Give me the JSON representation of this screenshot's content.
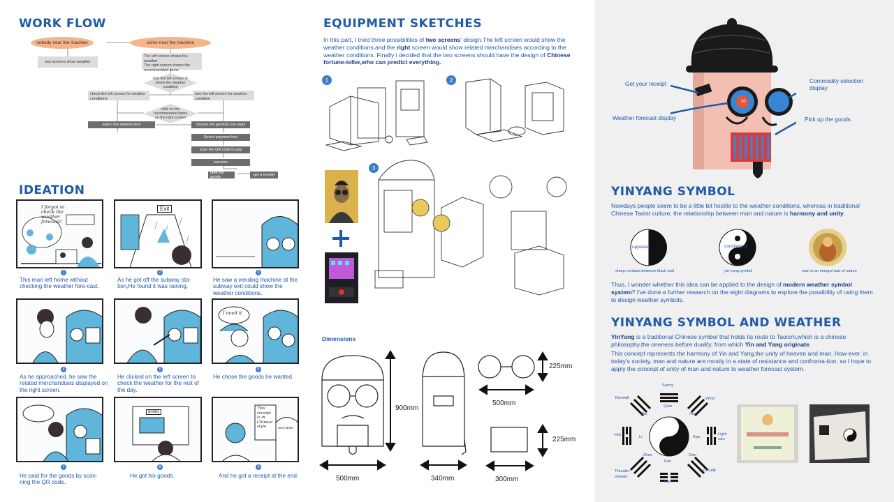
{
  "workflow": {
    "title": "WORK FLOW",
    "nodes": {
      "nobody": "nobody near the machine",
      "come_near": "come near the machine",
      "two_screens": "two screens show weather",
      "left_shows": "The left screen shows the weather\nThe right screen shows the recommended items",
      "turn_left": "turn the left screen to check the weather condition",
      "check_left": "check the left screen for weather conditions",
      "turn_left_cond": "turn the left screen for weather condition",
      "click_rec": "click on the recommended items on the right screen",
      "select_desired": "select the desired item",
      "choose_goods": "choose the good(s) you want",
      "select_payment": "Select payment box",
      "scan_qr": "scan the QR code to pay",
      "success": "success",
      "take_goods": "take the goods",
      "get_receipt": "get a receipt"
    }
  },
  "ideation": {
    "title": "IDEATION",
    "captions": [
      "This man left home without checking the weather fore-cast.",
      "As he got off the subway sta-tion,He found it was raining.",
      "He saw a vending machine at the subway exit could show the weather conditions.",
      "As he approached, he saw the related merchandises displayed on the right screen.",
      "He clicked on the left screen to check the weather for the rest of the day.",
      "He chose the goods he wanted.",
      "He paid for the goods by scan-ning the QR code.",
      "He got his goods.",
      "And he got a receipt at the end."
    ],
    "numbers": [
      "1",
      "2",
      "3",
      "4",
      "5",
      "6",
      "7",
      "8",
      "9"
    ],
    "panel_texts": {
      "forgot": "I forgot to check the weather forecast!",
      "exit": "Exit",
      "need": "I need it",
      "drinks": "drinks",
      "this": "This receipt is in Chinese style",
      "success": "SUCCESS"
    }
  },
  "equipment": {
    "title": "EQUIPMENT SKETCHES",
    "intro_parts": [
      "In this part, I tried three possibilities of ",
      "two screens",
      "' design.The left screen would show the weather conditions,and the ",
      "right",
      " screen would show related merchandises according to the weather conditions. Finally i decided that the two screens should have the design of ",
      "Chinese fortune-teller,who can predict everything."
    ],
    "badges": [
      "1",
      "2",
      "3"
    ],
    "dimensions_title": "Dimensions",
    "dims": [
      "900mm",
      "500mm",
      "340mm",
      "225mm",
      "500mm",
      "225mm",
      "300mm"
    ]
  },
  "product": {
    "callouts": [
      "Get your receipt",
      "Commodity selection display",
      "Weather forecast display",
      "Pick up the goods"
    ],
    "screen_value": "20"
  },
  "yinyang": {
    "title": "YINYANG SYMBOL",
    "intro_a": "Nowdays people seem to be a little bit hostile to the weather conditions, whereas  in traditional Chinese Taoist culture, the relationship between man and nature is ",
    "intro_b": "harmony and unity",
    "intro_c": ".",
    "circle_opposite": "opposite",
    "circle_consistency": "consistency",
    "captions": [
      "sharp-contrast between black and",
      "yin-yang symbol",
      "man is an integral part of nature"
    ],
    "follow_a": "Thus, I wonder whether this idea can be applied to the design of ",
    "follow_b": "modern weather symbol system",
    "follow_c": "? I've done a further research on the eight diagrams to explore the possibility of using them to design weather symbols."
  },
  "weather": {
    "title": "YINYANG SYMBOL AND WEATHER",
    "p1_a": "YinYang",
    "p1_b": " is a traditional Chinese symbol that holds its route to Taoism,which is a chinese philosophy,the oneness before duality, from which ",
    "p1_c": "Yin and Yang originate",
    "p1_d": ".",
    "p2": "This concept represents the harmony of Yin and Yang,the unity of heaven and man. How-ever, in today's society, man and nature are mostly in a state of resistance and confronta-tion, so I hope to apply the concept of unity of man and nature to weather forecast system.",
    "trigrams": {
      "sunny": "Sunny",
      "qian": "Qian",
      "rainfall": "Rainfall",
      "dui": "Dui",
      "wind": "Wind",
      "xun": "Xun",
      "hot": "Hot",
      "li": "Li",
      "light_rain": "Light rain",
      "kan": "Kan",
      "zhen": "Zhen",
      "gen": "Gen",
      "thunder": "Thunder shower",
      "kun": "Kun",
      "cloudy": "Cloudy",
      "haze": "Haze"
    }
  },
  "colors": {
    "accent": "#1f5aa8",
    "sketch_blue": "#5fb6da",
    "pill": "#f4b58a",
    "box_dark": "#6d6d6d"
  }
}
